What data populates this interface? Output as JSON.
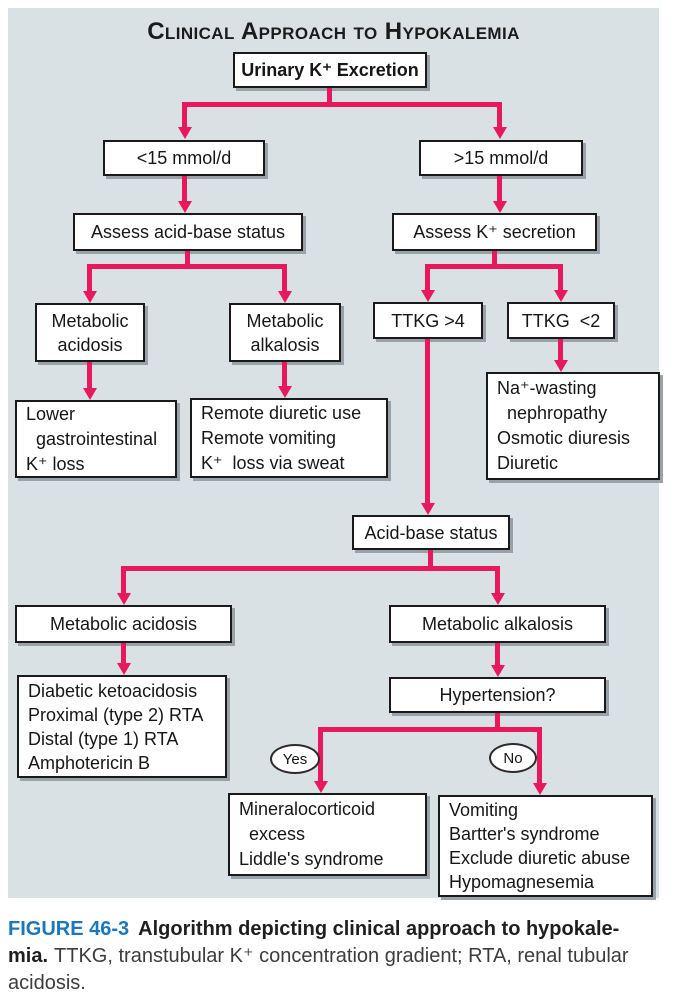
{
  "title": {
    "text": "Clinical Approach to Hypokalemia"
  },
  "nodes": {
    "urinary": {
      "label": "Urinary K⁺ Excretion"
    },
    "under15": {
      "label": "<15 mmol/d"
    },
    "over15": {
      "label": ">15 mmol/d"
    },
    "assess_acid_base": {
      "label": "Assess acid-base status"
    },
    "assess_k_secretion": {
      "label": "Assess K⁺ secretion"
    },
    "metabolic_acidosis_1": {
      "label": "Metabolic\nacidosis"
    },
    "metabolic_alkalosis_1": {
      "label": "Metabolic\nalkalosis"
    },
    "ttkg_gt4": {
      "label": "TTKG >4"
    },
    "ttkg_lt2": {
      "label": "TTKG  <2"
    },
    "lower_gi": {
      "label": "Lower\n  gastrointestinal\nK⁺ loss"
    },
    "remote": {
      "label": "Remote diuretic use\nRemote vomiting\nK⁺  loss via sweat"
    },
    "na_wasting": {
      "label": "Na⁺-wasting\n  nephropathy\nOsmotic diuresis\nDiuretic"
    },
    "acid_base_status": {
      "label": "Acid-base status"
    },
    "metabolic_acidosis_2": {
      "label": "Metabolic acidosis"
    },
    "metabolic_alkalosis_2": {
      "label": "Metabolic alkalosis"
    },
    "dka_list": {
      "label": "Diabetic ketoacidosis\nProximal (type 2) RTA\nDistal (type 1) RTA\nAmphotericin B"
    },
    "hypertension": {
      "label": "Hypertension?"
    },
    "mineralocorticoid": {
      "label": "Mineralocorticoid\n  excess\nLiddle's syndrome"
    },
    "vomiting_list": {
      "label": "Vomiting\nBartter's syndrome\nExclude diuretic abuse\nHypomagnesemia"
    }
  },
  "branch_labels": {
    "yes": "Yes",
    "no": "No"
  },
  "caption": {
    "figure_label": "FIGURE 46-3",
    "title_bold": "Algorithm depicting clinical approach to hypokale­mia.",
    "body": "TTKG, transtubular K⁺ concentration gradient; RTA, renal tubular acidosis."
  },
  "colors": {
    "arrow": "#e8185c",
    "panel_bg": "#dae1e5",
    "figure_blue": "#1c76bd",
    "box_border": "#1a1a1a",
    "box_shadow": "#98a2a8"
  }
}
